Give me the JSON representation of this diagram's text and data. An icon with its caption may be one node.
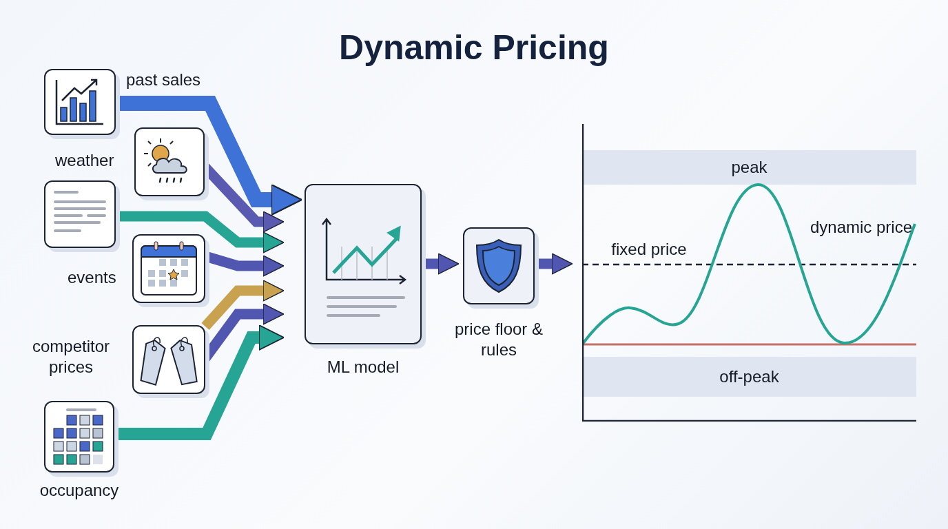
{
  "diagram": {
    "title": "Dynamic Pricing",
    "nodes": [
      {
        "text": [
          "past sales"
        ]
      },
      {
        "text": [
          "weather"
        ]
      },
      {
        "text": [],
        "shape": "box"
      },
      {
        "text": [
          "events"
        ]
      },
      {
        "text": [
          "competitor prices"
        ]
      },
      {
        "text": [
          "occupancy"
        ]
      },
      {
        "text": [
          "ML model"
        ]
      },
      {
        "text": [
          "price floor & rules"
        ]
      },
      {
        "text": [],
        "shape": "chart"
      },
      {
        "text": [
          "peak"
        ],
        "in": 8
      },
      {
        "text": [
          "off-peak"
        ],
        "in": 8
      }
    ],
    "edges": [
      {
        "from": 0,
        "to": 6,
        "arrow": "to",
        "color": "#3f72d6"
      },
      {
        "from": 1,
        "to": 6,
        "arrow": "to",
        "color": "#5a5ab0"
      },
      {
        "from": 2,
        "to": 6,
        "arrow": "to",
        "color": "#27a594"
      },
      {
        "from": 3,
        "to": 6,
        "arrow": "to"
      },
      {
        "from": 4,
        "to": 6,
        "arrow": "to",
        "color": "#c9a24f"
      },
      {
        "from": 4,
        "to": 6,
        "arrow": "to"
      },
      {
        "from": 5,
        "to": 6,
        "arrow": "to",
        "color": "#27a594"
      },
      {
        "from": 6,
        "to": 7,
        "arrow": "to"
      },
      {
        "from": 7,
        "to": 8,
        "arrow": "to"
      }
    ],
    "labels": [
      "fixed price",
      "dynamic price"
    ]
  }
}
